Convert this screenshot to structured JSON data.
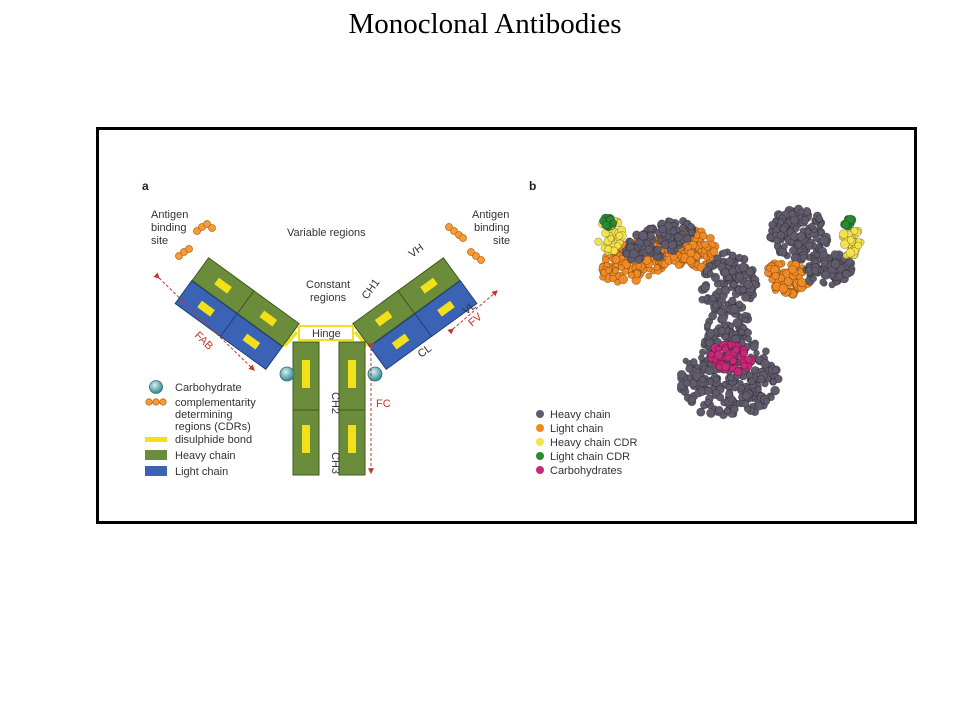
{
  "slide": {
    "title": "Monoclonal Antibodies"
  },
  "panel_a": {
    "letter": "a",
    "antigen_binding_site": [
      "Antigen",
      "binding",
      "site"
    ],
    "variable_regions": "Variable regions",
    "constant_regions": [
      "Constant",
      "regions"
    ],
    "hinge": "Hinge",
    "segments": {
      "vh": "VH",
      "ch1": "CH1",
      "vl": "VL",
      "cl": "CL",
      "ch2": "CH2",
      "ch3": "CH3"
    },
    "fab": "FAB",
    "fv": "FV",
    "fc": "FC",
    "legend": [
      {
        "label": "Carbohydrate",
        "icon": "carbohydrate-icon",
        "color": "#5aa9b0"
      },
      {
        "label": "complementarity determining regions (CDRs)",
        "lines": [
          "complementarity",
          "determining",
          "regions (CDRs)"
        ],
        "icon": "cdr-icon",
        "color": "#f39c3c"
      },
      {
        "label": "disulphide bond",
        "icon": "disulphide-bond-icon",
        "color": "#f2e01a"
      },
      {
        "label": "Heavy chain",
        "icon": "heavy-chain-swatch",
        "color": "#6b8c3a"
      },
      {
        "label": "Light chain",
        "icon": "light-chain-swatch",
        "color": "#3b63b5"
      }
    ]
  },
  "panel_b": {
    "letter": "b",
    "legend": [
      {
        "label": "Heavy chain",
        "color": "#5f5b6b"
      },
      {
        "label": "Light chain",
        "color": "#f08a25"
      },
      {
        "label": "Heavy chain CDR",
        "color": "#f3e24a"
      },
      {
        "label": "Light chain CDR",
        "color": "#2a8a32"
      },
      {
        "label": "Carbohydrates",
        "color": "#c8287a"
      }
    ]
  }
}
